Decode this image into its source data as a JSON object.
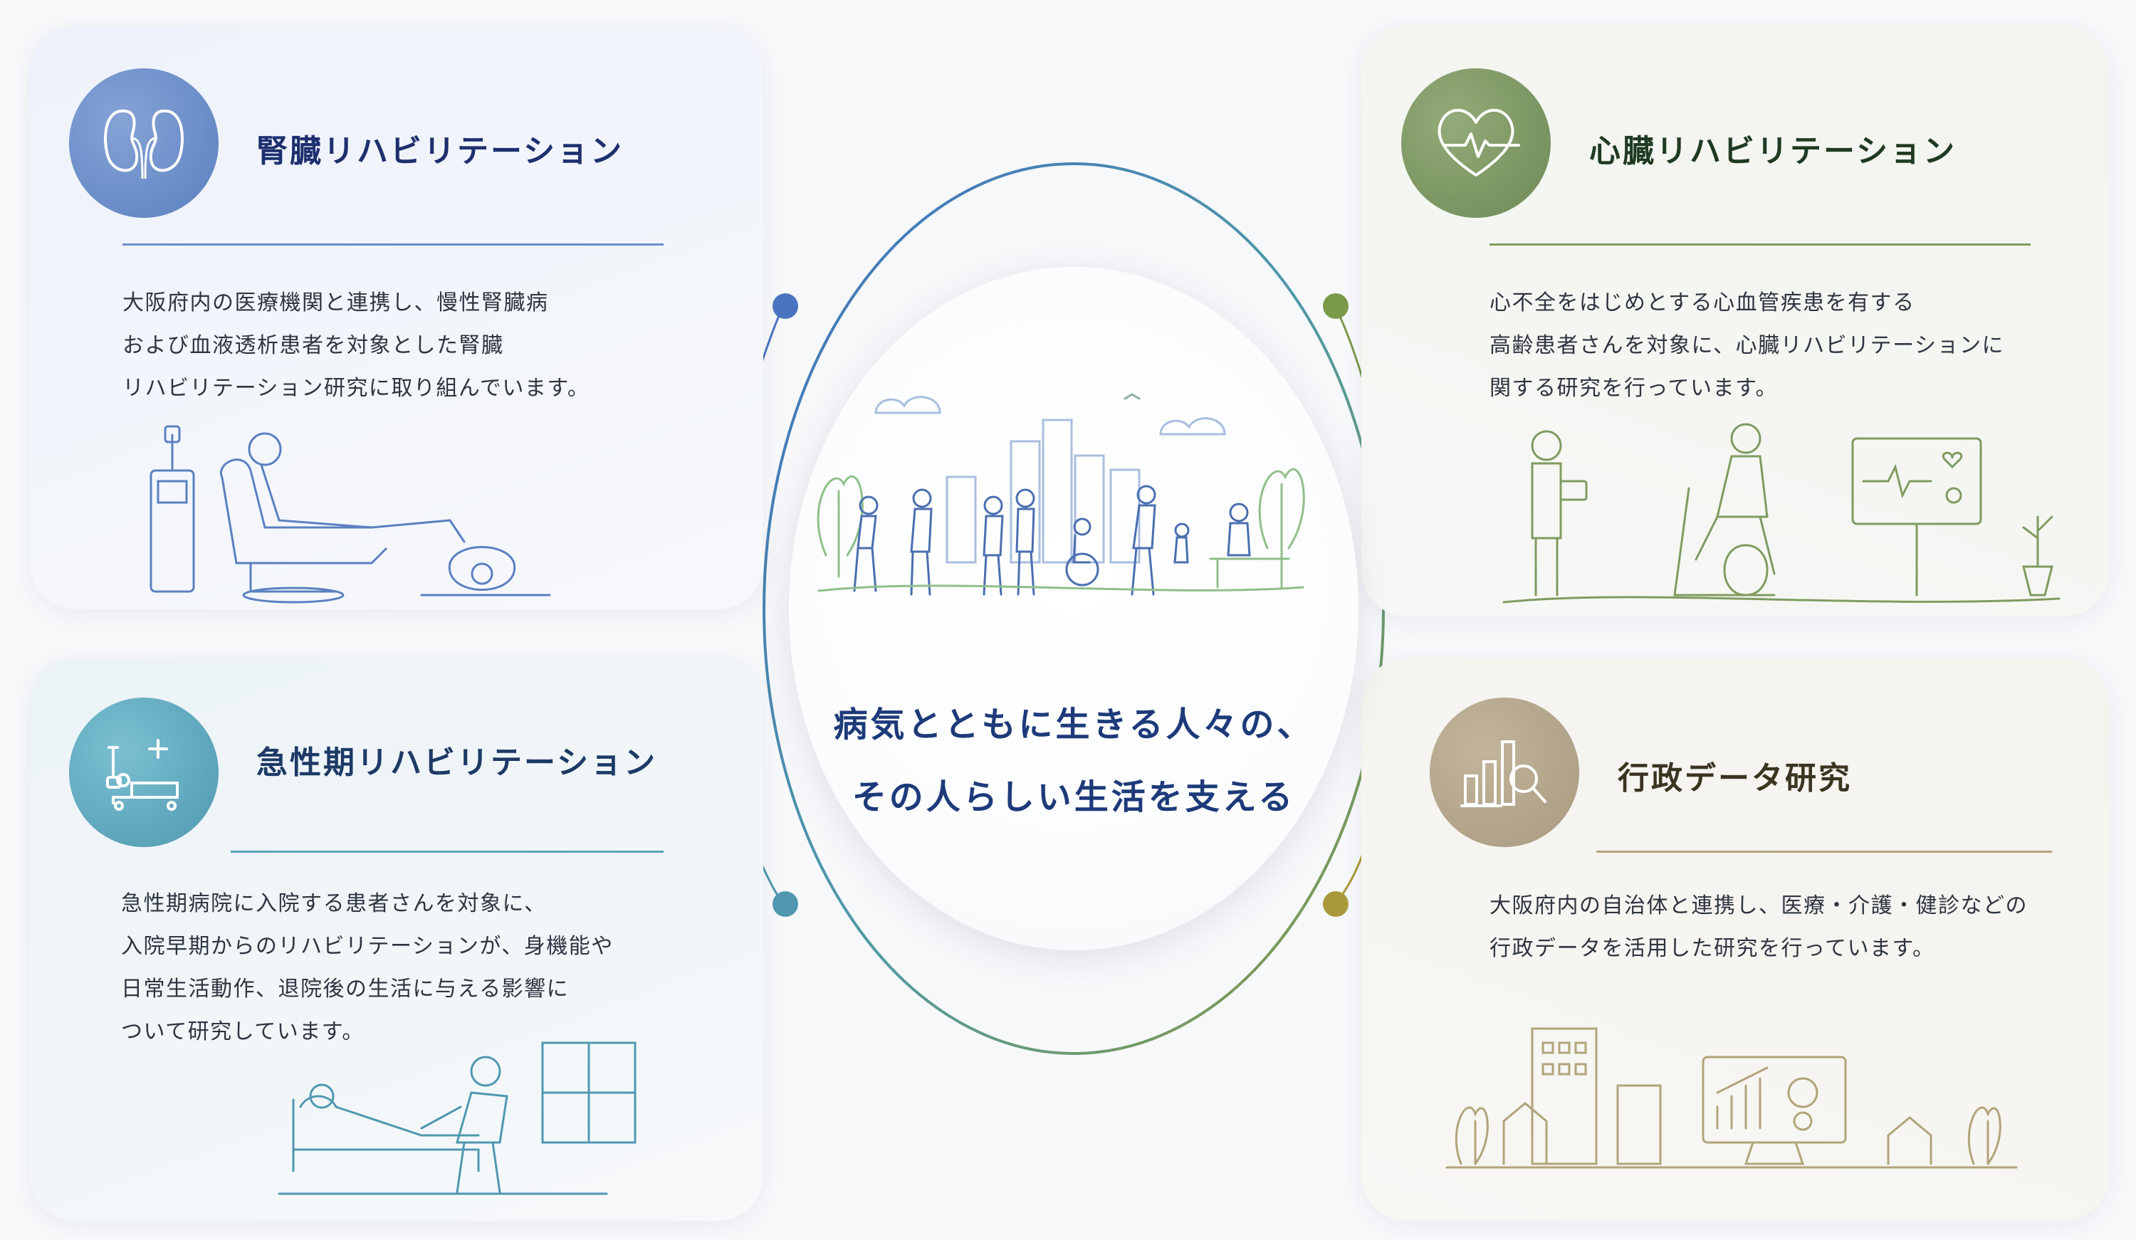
{
  "center": {
    "line1": "病気とともに生きる人々の、",
    "line2": "その人らしい生活を支える"
  },
  "cards": {
    "renal": {
      "title": "腎臓リハビリテーション",
      "desc": [
        "大阪府内の医療機関と連携し、慢性腎臓病",
        "および血液透析患者を対象とした腎臓",
        "リハビリテーション研究に取り組んでいます。"
      ],
      "icon": "kidney-icon",
      "color": "#5a80c0"
    },
    "cardiac": {
      "title": "心臓リハビリテーション",
      "desc": [
        "心不全をはじめとする心血管疾患を有する",
        "高齢患者さんを対象に、心臓リハビリテーションに",
        "関する研究を行っています。"
      ],
      "icon": "heart-pulse-icon",
      "color": "#6e8a56"
    },
    "acute": {
      "title": "急性期リハビリテーション",
      "desc": [
        "急性期病院に入院する患者さんを対象に、",
        "入院早期からのリハビリテーションが、身機能や",
        "日常生活動作、退院後の生活に与える影響に",
        "ついて研究しています。"
      ],
      "icon": "hospital-bed-icon",
      "color": "#4f98b0"
    },
    "admin": {
      "title": "行政データ研究",
      "desc": [
        "大阪府内の自治体と連携し、医療・介護・健診などの",
        "行政データを活用した研究を行っています。"
      ],
      "icon": "bar-chart-magnifier-icon",
      "color": "#a99a80"
    }
  }
}
